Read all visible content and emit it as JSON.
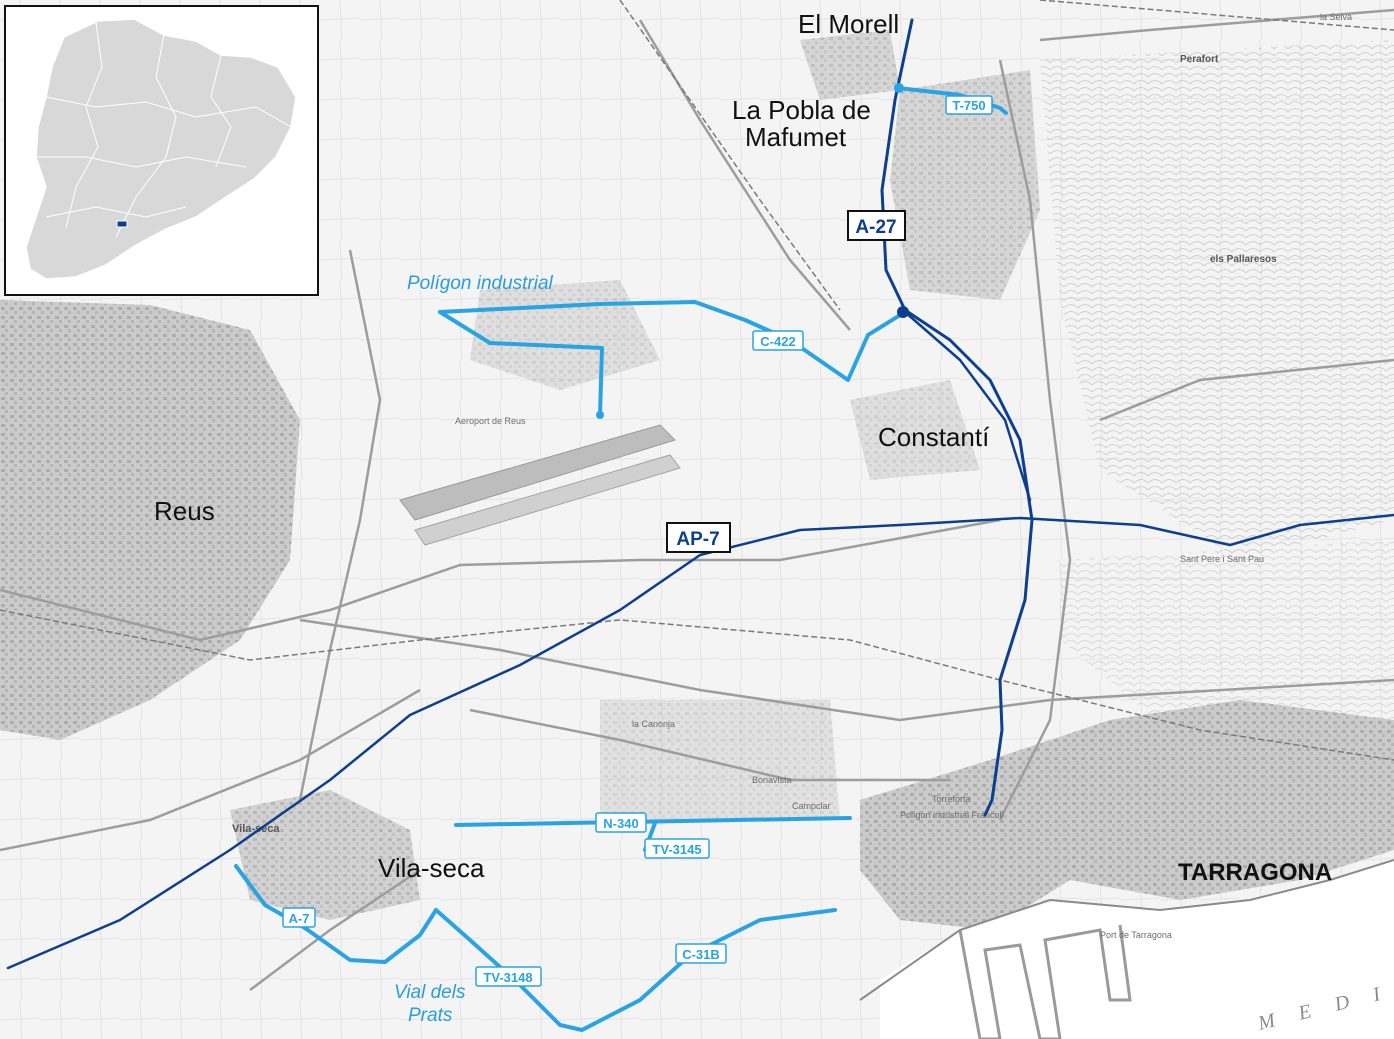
{
  "places": {
    "el_morell": "El Morell",
    "la_pobla_line1": "La Pobla de",
    "la_pobla_line2": "Mafumet",
    "constanti": "Constantí",
    "reus": "Reus",
    "vila_seca": "Vila-seca",
    "tarragona": "TARRAGONA"
  },
  "areas": {
    "poligon_industrial": "Polígon industrial",
    "vial_line1": "Vial dels",
    "vial_line2": "Prats"
  },
  "sea_label": "M E D I",
  "background_labels": {
    "vila_seca_small": "Vila-seca",
    "la_canonja": "la Canonja",
    "bonavista": "Bonavista",
    "campclar": "Campclar",
    "torreforta": "Torreforta",
    "els_pallaresos": "els Pallaresos",
    "sant_pere": "Sant Pere i Sant Pau",
    "port": "Port de Tarragona",
    "aeroport": "Aeroport de Reus",
    "poligon_francoli": "Polígon industrial Francolí",
    "perafort": "Perafort",
    "la_selva": "la Selva"
  },
  "roads": {
    "a27": "A-27",
    "ap7": "AP-7",
    "t750": "T-750",
    "c422": "C-422",
    "n340": "N-340",
    "tv3145": "TV-3145",
    "a7": "A-7",
    "c31b": "C-31B",
    "tv3148": "TV-3148"
  },
  "colors": {
    "major_road": "#0d3f8f",
    "local_road": "#29a3e3",
    "land": "#f4f4f4",
    "urban": "#cfcfcf",
    "sea": "#ffffff",
    "inset_region": "#d8d8d8",
    "inset_marker": "#0d3f8f"
  },
  "inset": {
    "region": "Catalonia locator map",
    "marker": "study-area-marker"
  }
}
